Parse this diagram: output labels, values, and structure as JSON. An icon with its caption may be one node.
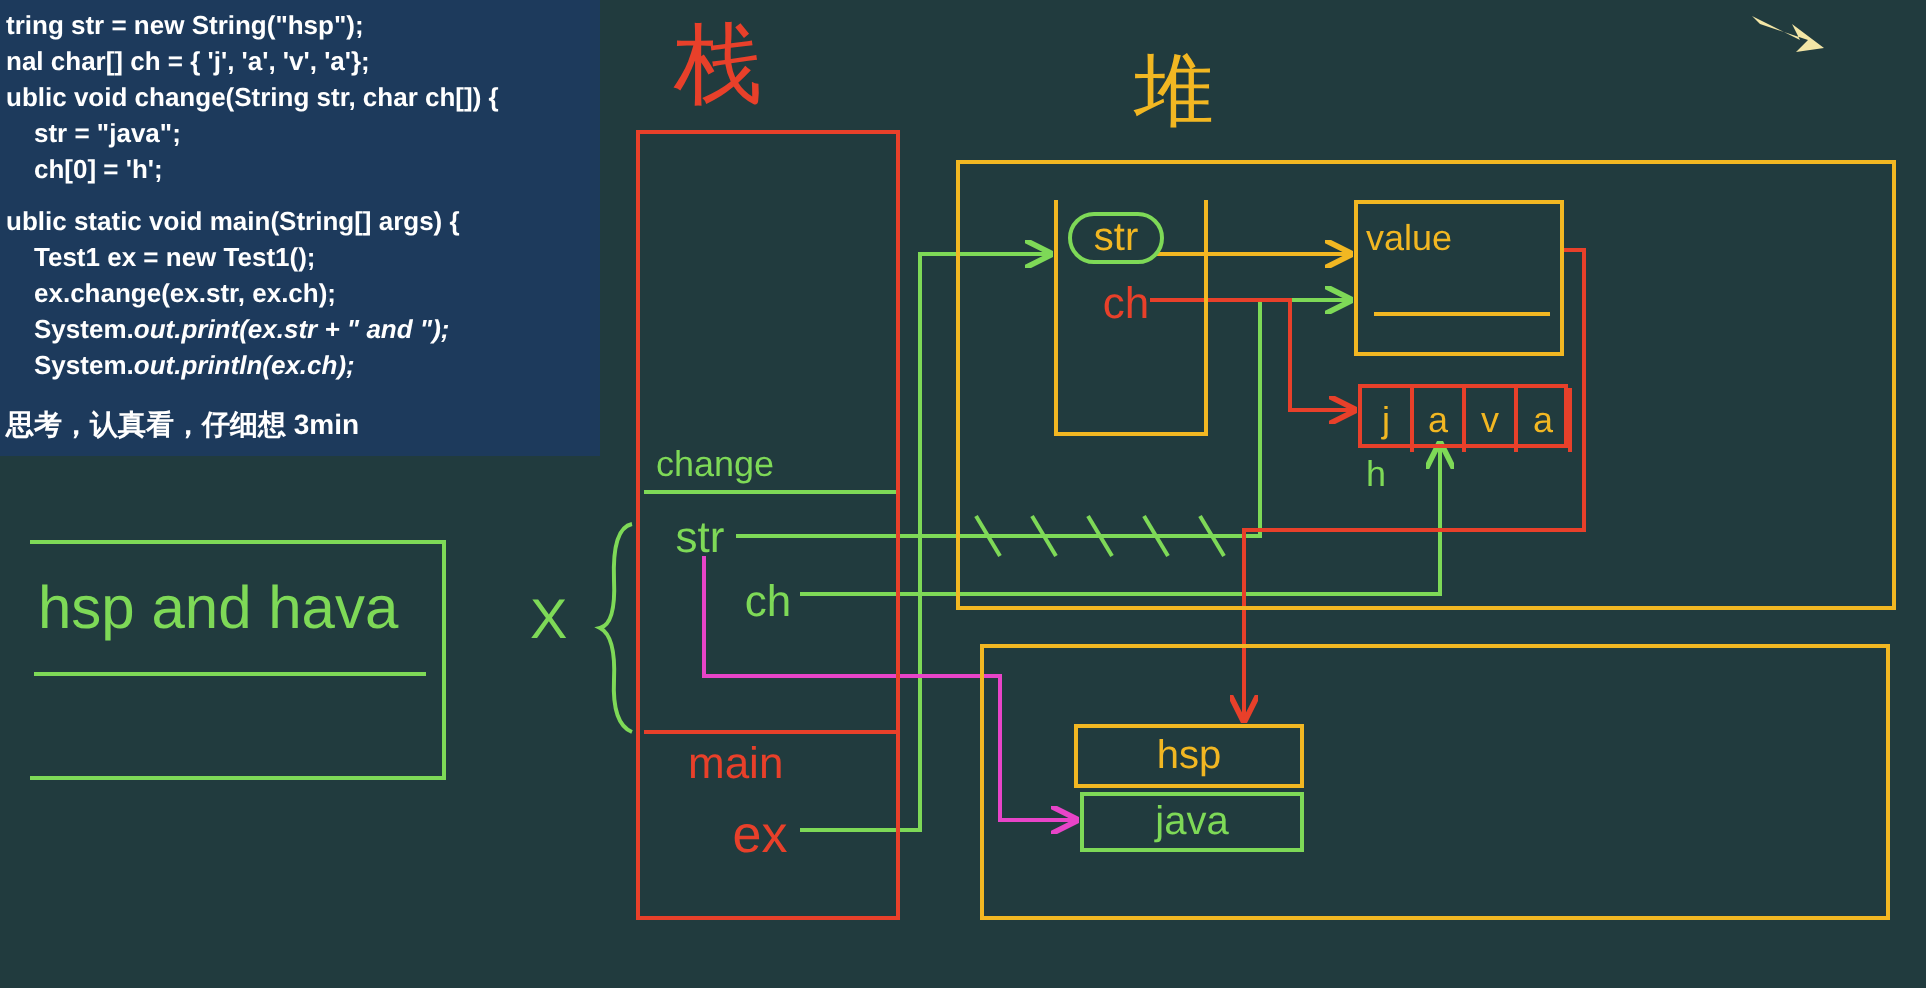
{
  "diagram": {
    "nodes": [
      {
        "text": [
          "tring str = new String(\"hsp\");",
          "nal char[] ch = { 'j', 'a', 'v', 'a'};",
          "ublic void change(String str, char ch[]) {",
          "str = \"java\";",
          "ch[0] = 'h';",
          "ublic static void main(String[] args) {",
          "Test1 ex = new Test1();",
          "ex.change(ex.str, ex.ch);",
          "System.*out.print(ex.str + \" and \");*",
          "System.*out.println(ex.ch);*",
          "思考，认真看，仔细想 3min"
        ]
      },
      {
        "text": [
          "栈"
        ]
      },
      {
        "text": [
          "change"
        ],
        "in": 1
      },
      {
        "text": [
          "str"
        ],
        "in": 2
      },
      {
        "text": [
          "ch"
        ],
        "in": 2
      },
      {
        "text": [
          "main"
        ],
        "in": 1
      },
      {
        "text": [
          "ex"
        ],
        "in": 5
      },
      {
        "text": [
          "堆"
        ]
      },
      {
        "text": [],
        "shape": "box",
        "in": 7
      },
      {
        "text": [
          "str"
        ],
        "in": 8
      },
      {
        "text": [
          "ch"
        ],
        "in": 8
      },
      {
        "text": [
          "value"
        ],
        "in": 7
      },
      {
        "text": [],
        "shape": "box",
        "in": 7
      },
      {
        "text": [
          "j"
        ],
        "beside": [
          "h"
        ],
        "in": 12
      },
      {
        "text": [
          "a"
        ],
        "in": 12
      },
      {
        "text": [
          "v"
        ],
        "in": 12
      },
      {
        "text": [
          "a"
        ],
        "in": 12
      },
      {
        "text": [],
        "shape": "box"
      },
      {
        "text": [
          "hsp"
        ],
        "in": 17
      },
      {
        "text": [
          "java"
        ],
        "in": 17
      },
      {
        "text": [
          "hsp and hava"
        ]
      }
    ],
    "edges": [
      {
        "from": 6,
        "to": 8,
        "arrow": "to"
      },
      {
        "from": 3,
        "to": 11,
        "arrow": "to"
      },
      {
        "from": 4,
        "to": 12,
        "arrow": "to"
      },
      {
        "from": 3,
        "to": 19,
        "arrow": "to",
        "color": "#e844c8"
      },
      {
        "from": 9,
        "to": 11,
        "arrow": "to",
        "color": "#f2b722"
      },
      {
        "from": 10,
        "to": 12,
        "arrow": "to",
        "color": "#e8402a"
      },
      {
        "from": 11,
        "to": 18,
        "arrow": "to",
        "color": "#e8402a"
      }
    ],
    "labels": [
      "X"
    ]
  }
}
